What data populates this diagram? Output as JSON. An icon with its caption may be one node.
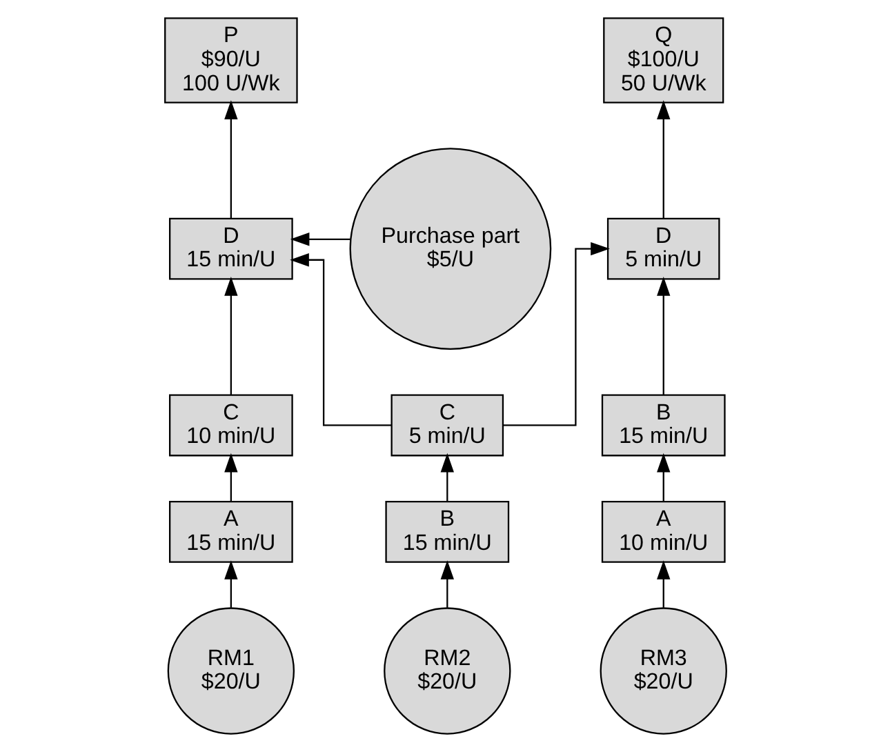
{
  "diagram": {
    "nodes": [
      {
        "text": [
          "P",
          "$90/U",
          "100 U/Wk"
        ]
      },
      {
        "text": [
          "Q",
          "$100/U",
          "50 U/Wk"
        ]
      },
      {
        "text": [
          "Purchase part",
          "$5/U"
        ]
      },
      {
        "text": [
          "D",
          "15 min/U"
        ]
      },
      {
        "text": [
          "D",
          "5 min/U"
        ]
      },
      {
        "text": [
          "C",
          "10 min/U"
        ]
      },
      {
        "text": [
          "C",
          "5 min/U"
        ]
      },
      {
        "text": [
          "B",
          "15 min/U"
        ]
      },
      {
        "text": [
          "A",
          "15 min/U"
        ]
      },
      {
        "text": [
          "B",
          "15 min/U"
        ]
      },
      {
        "text": [
          "A",
          "10 min/U"
        ]
      },
      {
        "text": [
          "RM1",
          "$20/U"
        ]
      },
      {
        "text": [
          "RM2",
          "$20/U"
        ]
      },
      {
        "text": [
          "RM3",
          "$20/U"
        ]
      }
    ],
    "edges": [
      {
        "from": 3,
        "to": 0,
        "arrow": "to"
      },
      {
        "from": 4,
        "to": 1,
        "arrow": "to"
      },
      {
        "from": 2,
        "to": 3,
        "arrow": "to"
      },
      {
        "from": 5,
        "to": 3,
        "arrow": "to"
      },
      {
        "from": 6,
        "to": 3,
        "arrow": "to"
      },
      {
        "from": 6,
        "to": 4,
        "arrow": "to"
      },
      {
        "from": 7,
        "to": 4,
        "arrow": "to"
      },
      {
        "from": 8,
        "to": 5,
        "arrow": "to"
      },
      {
        "from": 9,
        "to": 6,
        "arrow": "to"
      },
      {
        "from": 10,
        "to": 7,
        "arrow": "to"
      },
      {
        "from": 11,
        "to": 8,
        "arrow": "to"
      },
      {
        "from": 12,
        "to": 9,
        "arrow": "to"
      },
      {
        "from": 13,
        "to": 10,
        "arrow": "to"
      }
    ]
  }
}
